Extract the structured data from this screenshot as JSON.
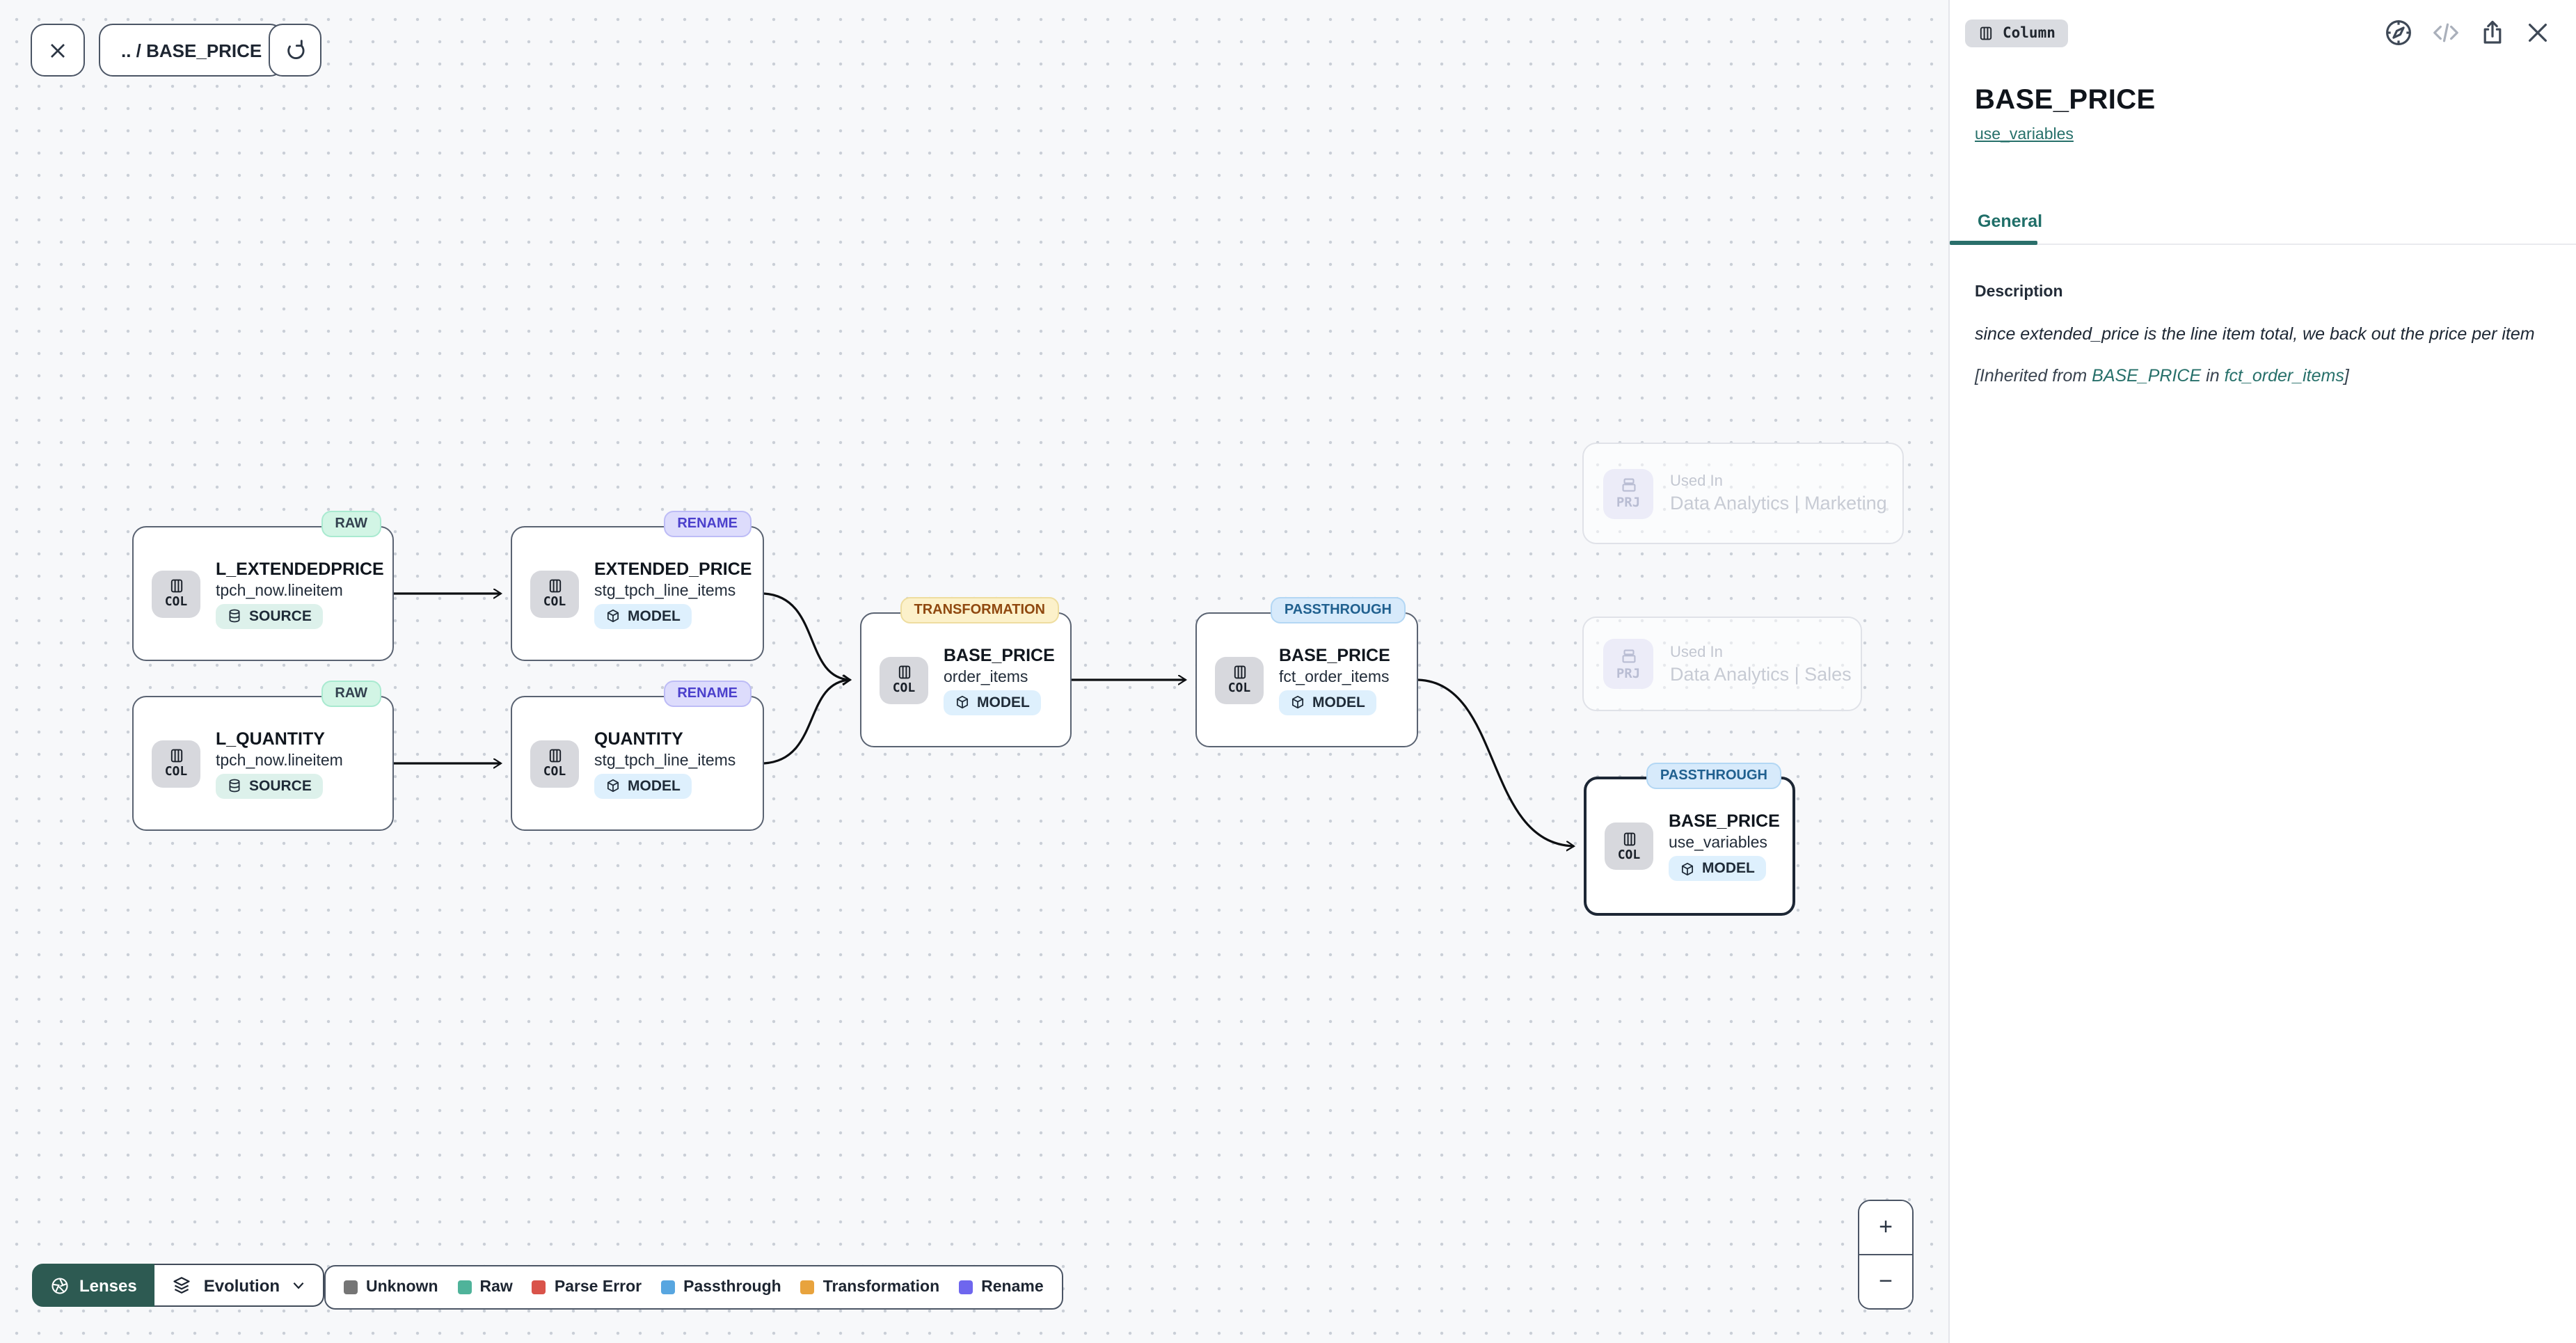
{
  "toolbar": {
    "breadcrumb": ".. / BASE_PRICE"
  },
  "canvas": {
    "nodes": [
      {
        "badge": "RAW",
        "chip": "COL",
        "title": "L_EXTENDEDPRICE",
        "subtitle": "tpch_now.lineitem",
        "type": "SOURCE"
      },
      {
        "badge": "RENAME",
        "chip": "COL",
        "title": "EXTENDED_PRICE",
        "subtitle": "stg_tpch_line_items",
        "type": "MODEL"
      },
      {
        "badge": "RAW",
        "chip": "COL",
        "title": "L_QUANTITY",
        "subtitle": "tpch_now.lineitem",
        "type": "SOURCE"
      },
      {
        "badge": "RENAME",
        "chip": "COL",
        "title": "QUANTITY",
        "subtitle": "stg_tpch_line_items",
        "type": "MODEL"
      },
      {
        "badge": "TRANSFORMATION",
        "chip": "COL",
        "title": "BASE_PRICE",
        "subtitle": "order_items",
        "type": "MODEL"
      },
      {
        "badge": "PASSTHROUGH",
        "chip": "COL",
        "title": "BASE_PRICE",
        "subtitle": "fct_order_items",
        "type": "MODEL"
      },
      {
        "badge": "PASSTHROUGH",
        "chip": "COL",
        "title": "BASE_PRICE",
        "subtitle": "use_variables",
        "type": "MODEL"
      }
    ],
    "ghost_nodes": [
      {
        "chip": "PRJ",
        "label": "Used In",
        "title": "Data Analytics | Marketing"
      },
      {
        "chip": "PRJ",
        "label": "Used In",
        "title": "Data Analytics | Sales"
      }
    ]
  },
  "footer": {
    "lenses_label": "Lenses",
    "evolution_label": "Evolution",
    "legend": [
      {
        "label": "Unknown",
        "color": "#757575",
        "swatch_style": "background:#757575"
      },
      {
        "label": "Raw",
        "color": "#4fb39a",
        "swatch_style": "background:#4fb39a"
      },
      {
        "label": "Parse Error",
        "color": "#d9534a",
        "swatch_style": "background:#d9534a"
      },
      {
        "label": "Passthrough",
        "color": "#58a6e0",
        "swatch_style": "background:#58a6e0"
      },
      {
        "label": "Transformation",
        "color": "#e8a33d",
        "swatch_style": "background:#e8a33d"
      },
      {
        "label": "Rename",
        "color": "#6e66ee",
        "swatch_style": "background:#6e66ee"
      }
    ]
  },
  "zoom_controls": {
    "zoom_in": "+",
    "zoom_out": "−"
  },
  "panel": {
    "kind_badge": "Column",
    "title": "BASE_PRICE",
    "model_link": "use_variables",
    "tab_general": "General",
    "description": {
      "heading": "Description",
      "body": "since extended_price is the line item total, we back out the price per item",
      "inherited_prefix": "[Inherited from ",
      "inherited_link1": "BASE_PRICE",
      "inherited_middle": " in ",
      "inherited_link2": "fct_order_items",
      "inherited_suffix": "]"
    }
  },
  "colors": {
    "accent_teal": "#2a6f6b",
    "lenses_button": "#2d5a52",
    "badge_raw_bg": "#d2f5e5",
    "badge_rename_bg": "#dddcfc",
    "badge_transformation_bg": "#fcf1ca",
    "badge_passthrough_bg": "#d7eafb",
    "source_badge_bg": "#ddf1eb",
    "model_badge_bg": "#def0fd"
  }
}
